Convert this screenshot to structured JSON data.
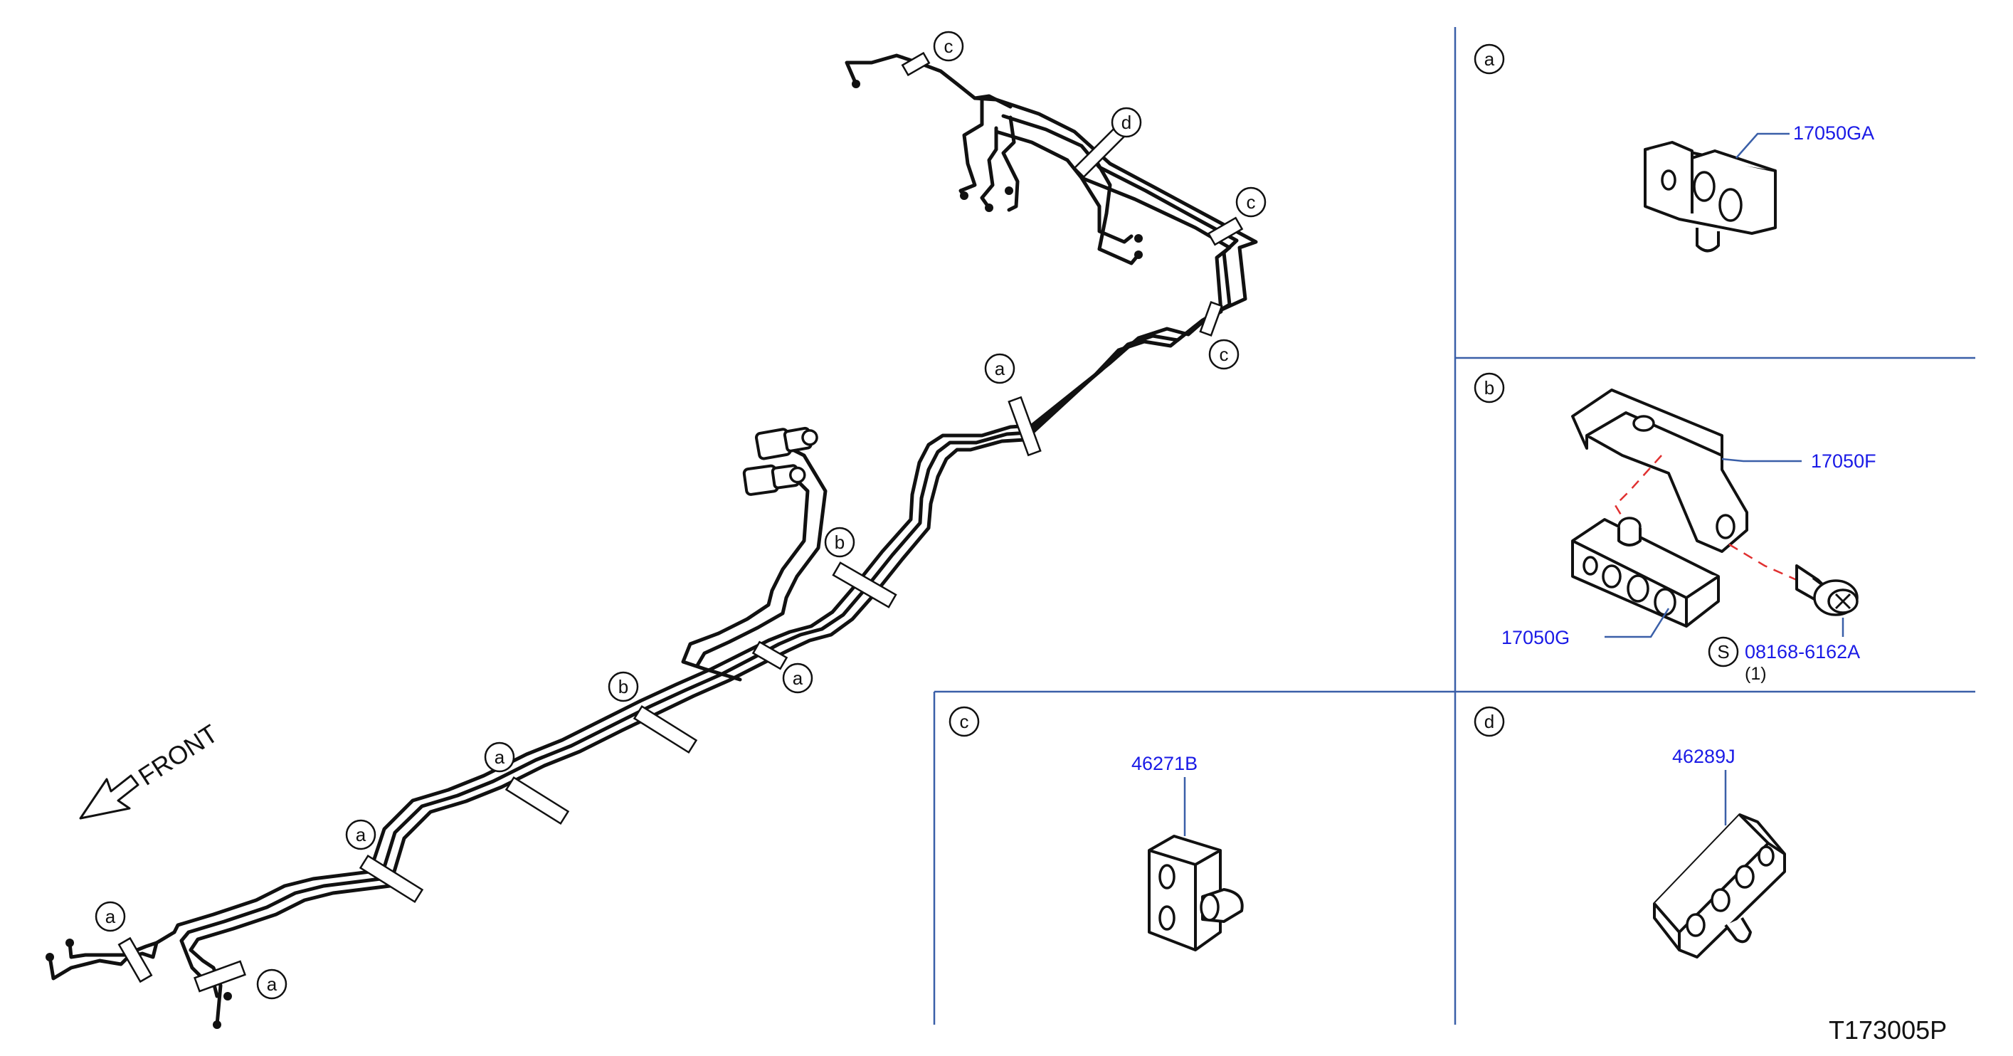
{
  "diagram": {
    "front_label": "FRONT",
    "reference_code": "T173005P",
    "callouts_main": [
      "c",
      "d",
      "c",
      "c",
      "a",
      "b",
      "a",
      "b",
      "a",
      "a",
      "a",
      "a"
    ],
    "panels": {
      "a": {
        "letter": "a",
        "part_number": "17050GA"
      },
      "b": {
        "letter": "b",
        "bracket_part": "17050F",
        "block_part": "17050G",
        "bolt_symbol": "S",
        "bolt_part": "08168-6162A",
        "bolt_qty": "(1)"
      },
      "c": {
        "letter": "c",
        "part_number": "46271B"
      },
      "d": {
        "letter": "d",
        "part_number": "46289J"
      }
    }
  }
}
